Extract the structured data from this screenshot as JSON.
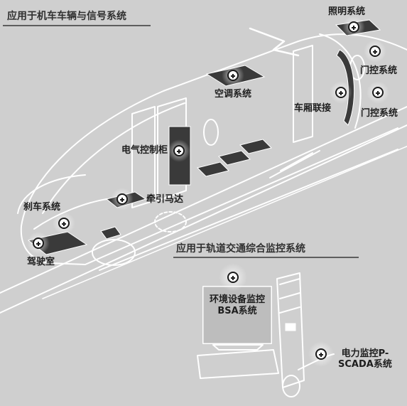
{
  "sections": {
    "vehicle_title": "应用于机车车辆与信号系统",
    "monitoring_title": "应用于轨道交通综合监控系统"
  },
  "labels": {
    "lighting": "照明系统",
    "door_control_top": "门控系统",
    "door_control_bottom": "门控系统",
    "air_conditioning": "空调系统",
    "car_coupling": "车厢联接",
    "electrical_cabinet": "电气控制柜",
    "traction_motor": "牵引马达",
    "brake_system": "刹车系统",
    "cab": "驾驶室",
    "bsa_line1": "环境设备监控",
    "bsa_line2": "BSA系统",
    "scada_line1": "电力监控P-",
    "scada_line2": "SCADA系统"
  },
  "colors": {
    "background": "#cfcfcf",
    "line_art": "#ffffff",
    "component_fill": "#3a3a3a",
    "marker_border": "#1a1a1a"
  }
}
